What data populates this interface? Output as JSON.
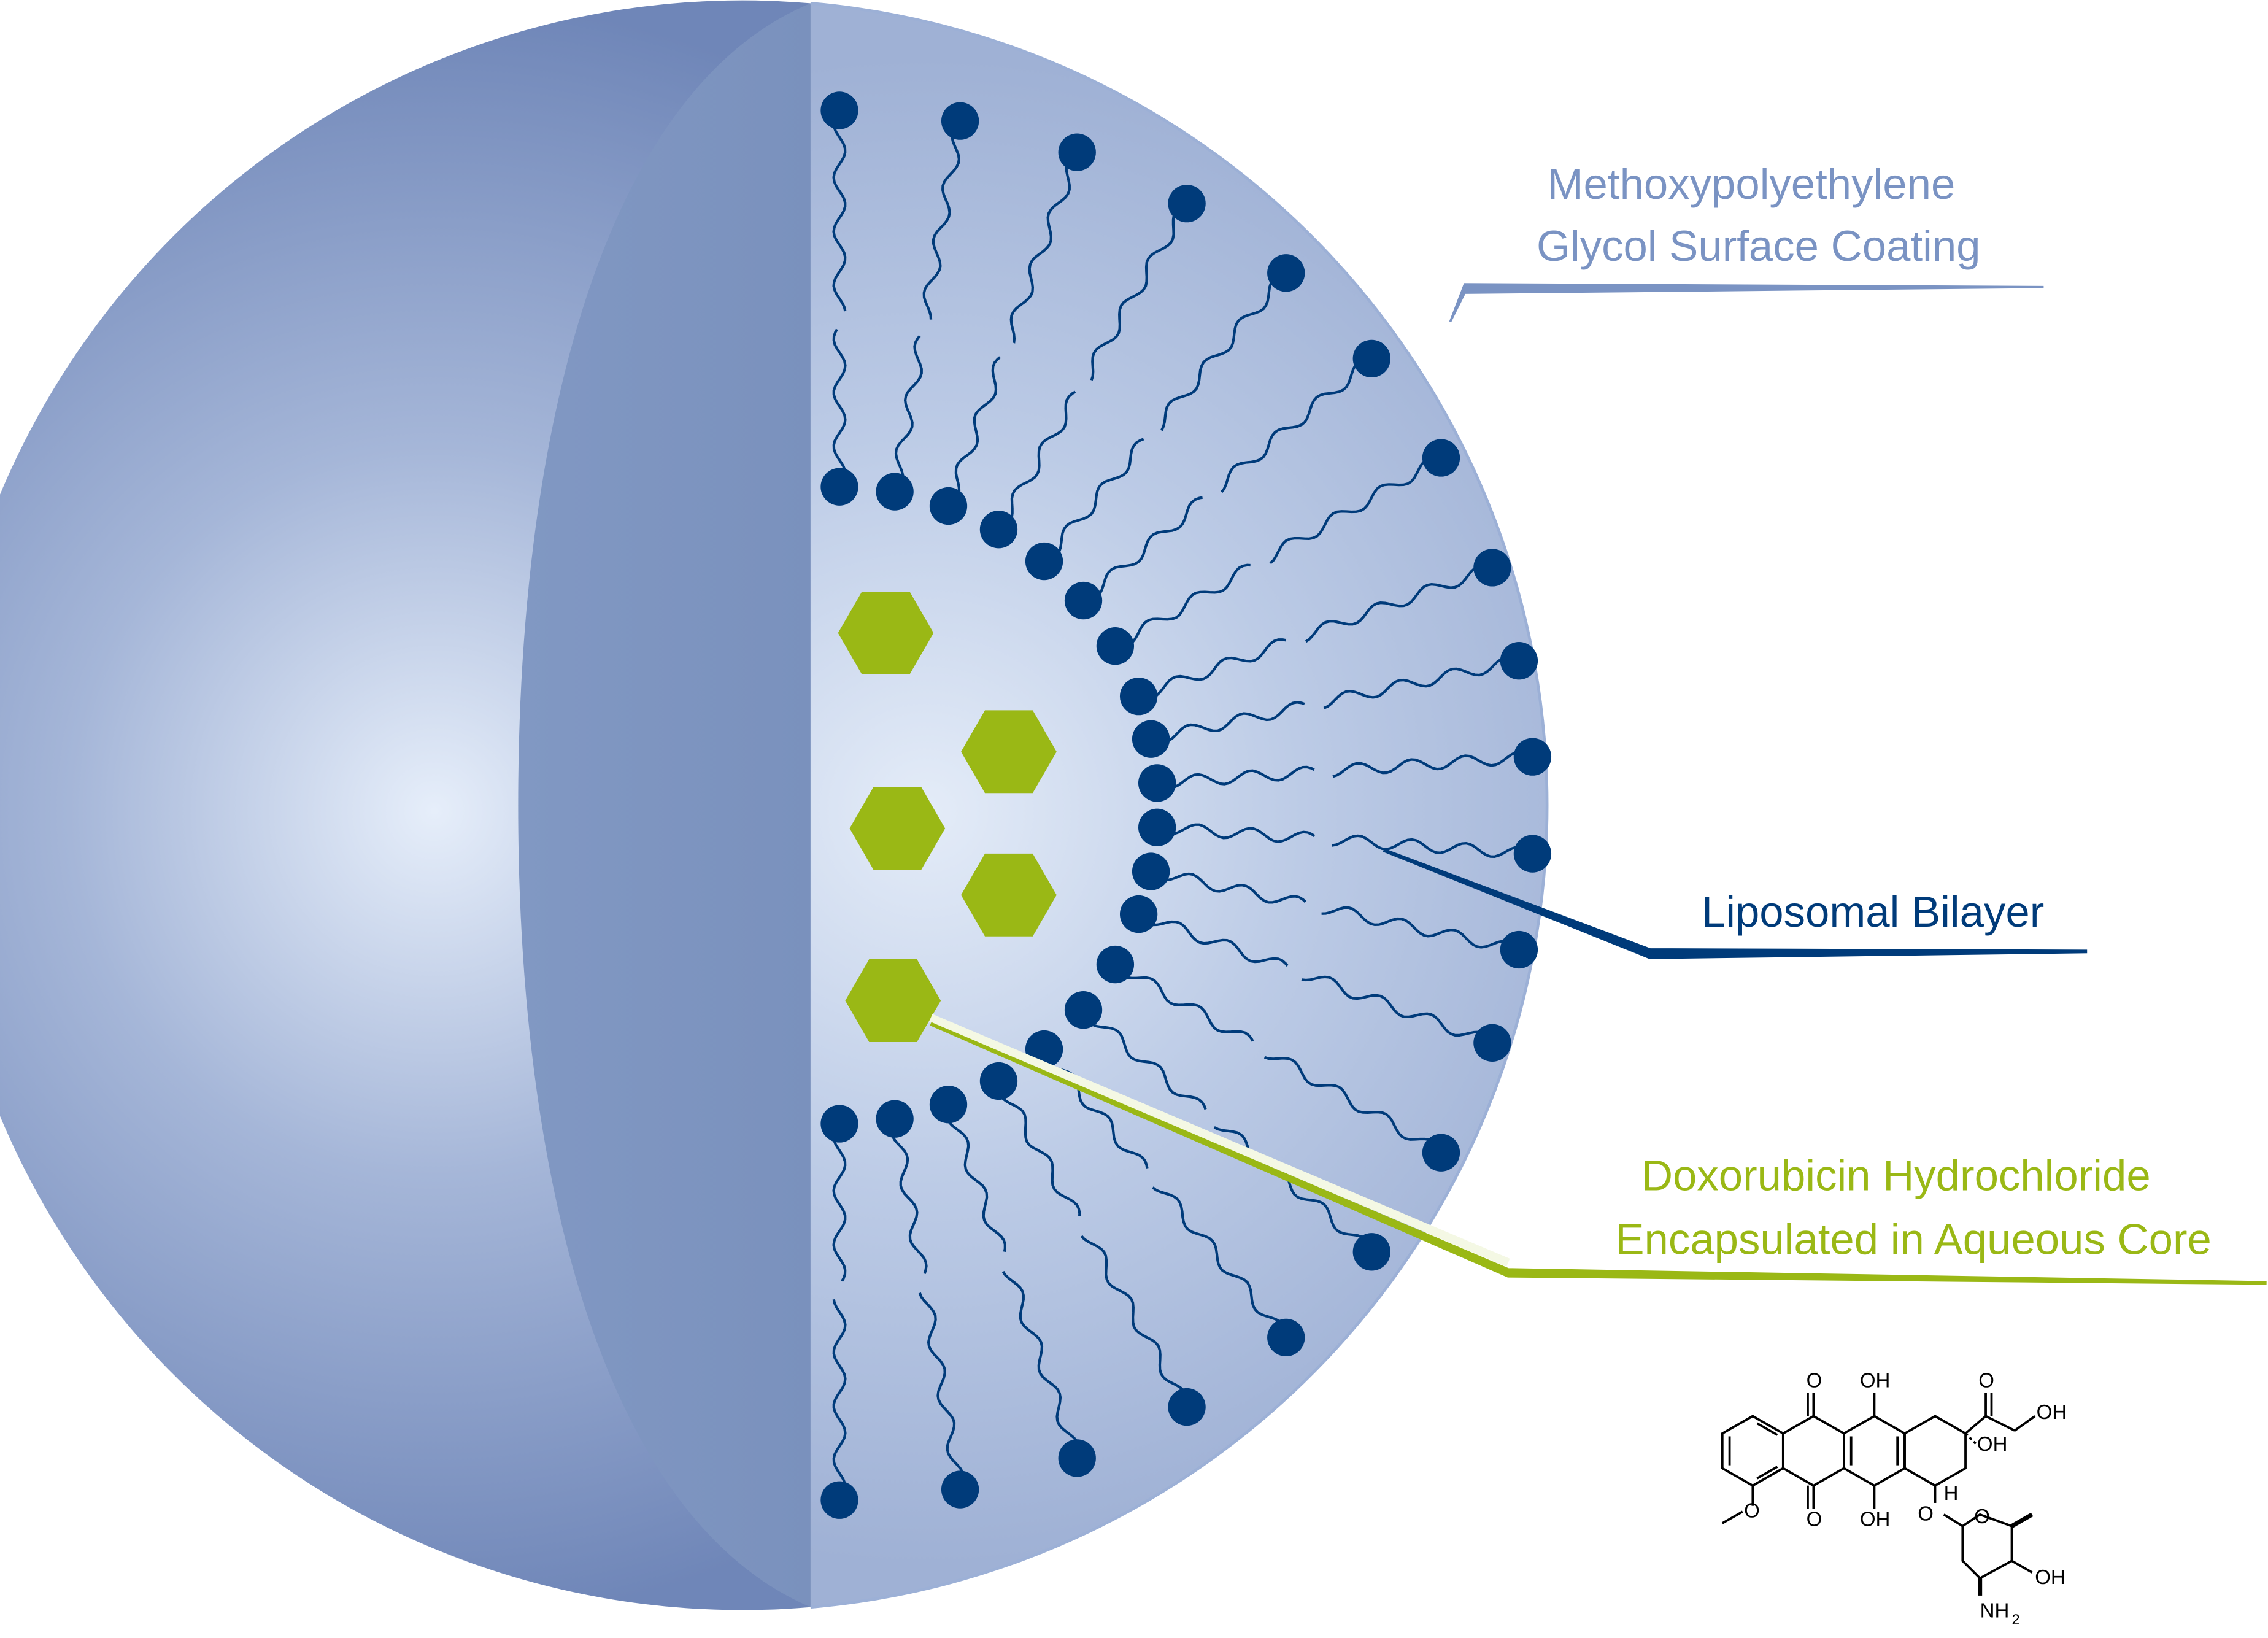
{
  "labels": {
    "peg_line1": "Methoxypolyethylene",
    "peg_line2": "Glycol Surface Coating",
    "bilayer": "Liposomal Bilayer",
    "drug_line1": "Doxorubicin Hydrochloride",
    "drug_line2": "Encapsulated in Aqueous Core"
  },
  "molecule": {
    "atoms": [
      "O",
      "OH",
      "O",
      "OH",
      "OH",
      "O",
      "O",
      "OH",
      "H",
      "O",
      "O",
      "OH",
      "NH",
      "2"
    ]
  },
  "colors": {
    "peg": "#7a93c3",
    "bilayer": "#003b7a",
    "drug": "#9ab815",
    "sphere_light": "#e6eefa",
    "sphere_dark": "#6f86b8",
    "cut_face": "#aabbdb",
    "shell_band": "#7f95bf"
  }
}
